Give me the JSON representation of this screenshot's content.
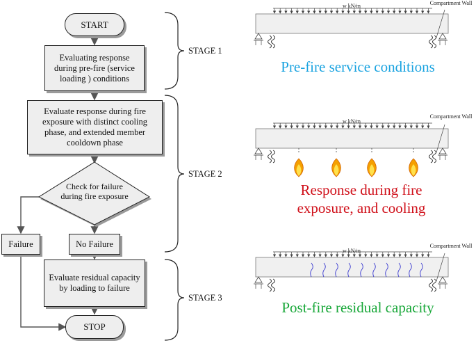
{
  "flowchart": {
    "start": "START",
    "step1": "Evaluating response during pre-fire (service loading ) conditions",
    "step2": "Evaluate response during fire exposure with distinct cooling phase, and extended member cooldown phase",
    "decision": "Check for failure during fire exposure",
    "failure": "Failure",
    "no_failure": "No Failure",
    "step3": "Evaluate residual capacity by loading to failure",
    "stop": "STOP"
  },
  "stages": [
    "STAGE 1",
    "STAGE 2",
    "STAGE 3"
  ],
  "beams": [
    {
      "load": "w kN/m",
      "wall": "Compartment Wall",
      "caption": "Pre-fire service conditions",
      "caption_color": "#1aa3e0"
    },
    {
      "load": "w kN/m",
      "wall": "Compartment Wall",
      "caption": "Response during fire exposure, and cooling",
      "caption_color": "#d0101a"
    },
    {
      "load": "w kN/m",
      "wall": "Compartment Wall",
      "caption": "Post-fire residual capacity",
      "caption_color": "#1aa83a"
    }
  ],
  "colors": {
    "box_fill": "#eeeeee",
    "shadow": "#9a9a9a",
    "beam_fill": "#f0f0f0",
    "crack": "#3a3ad0",
    "flame": "#f5a000"
  }
}
